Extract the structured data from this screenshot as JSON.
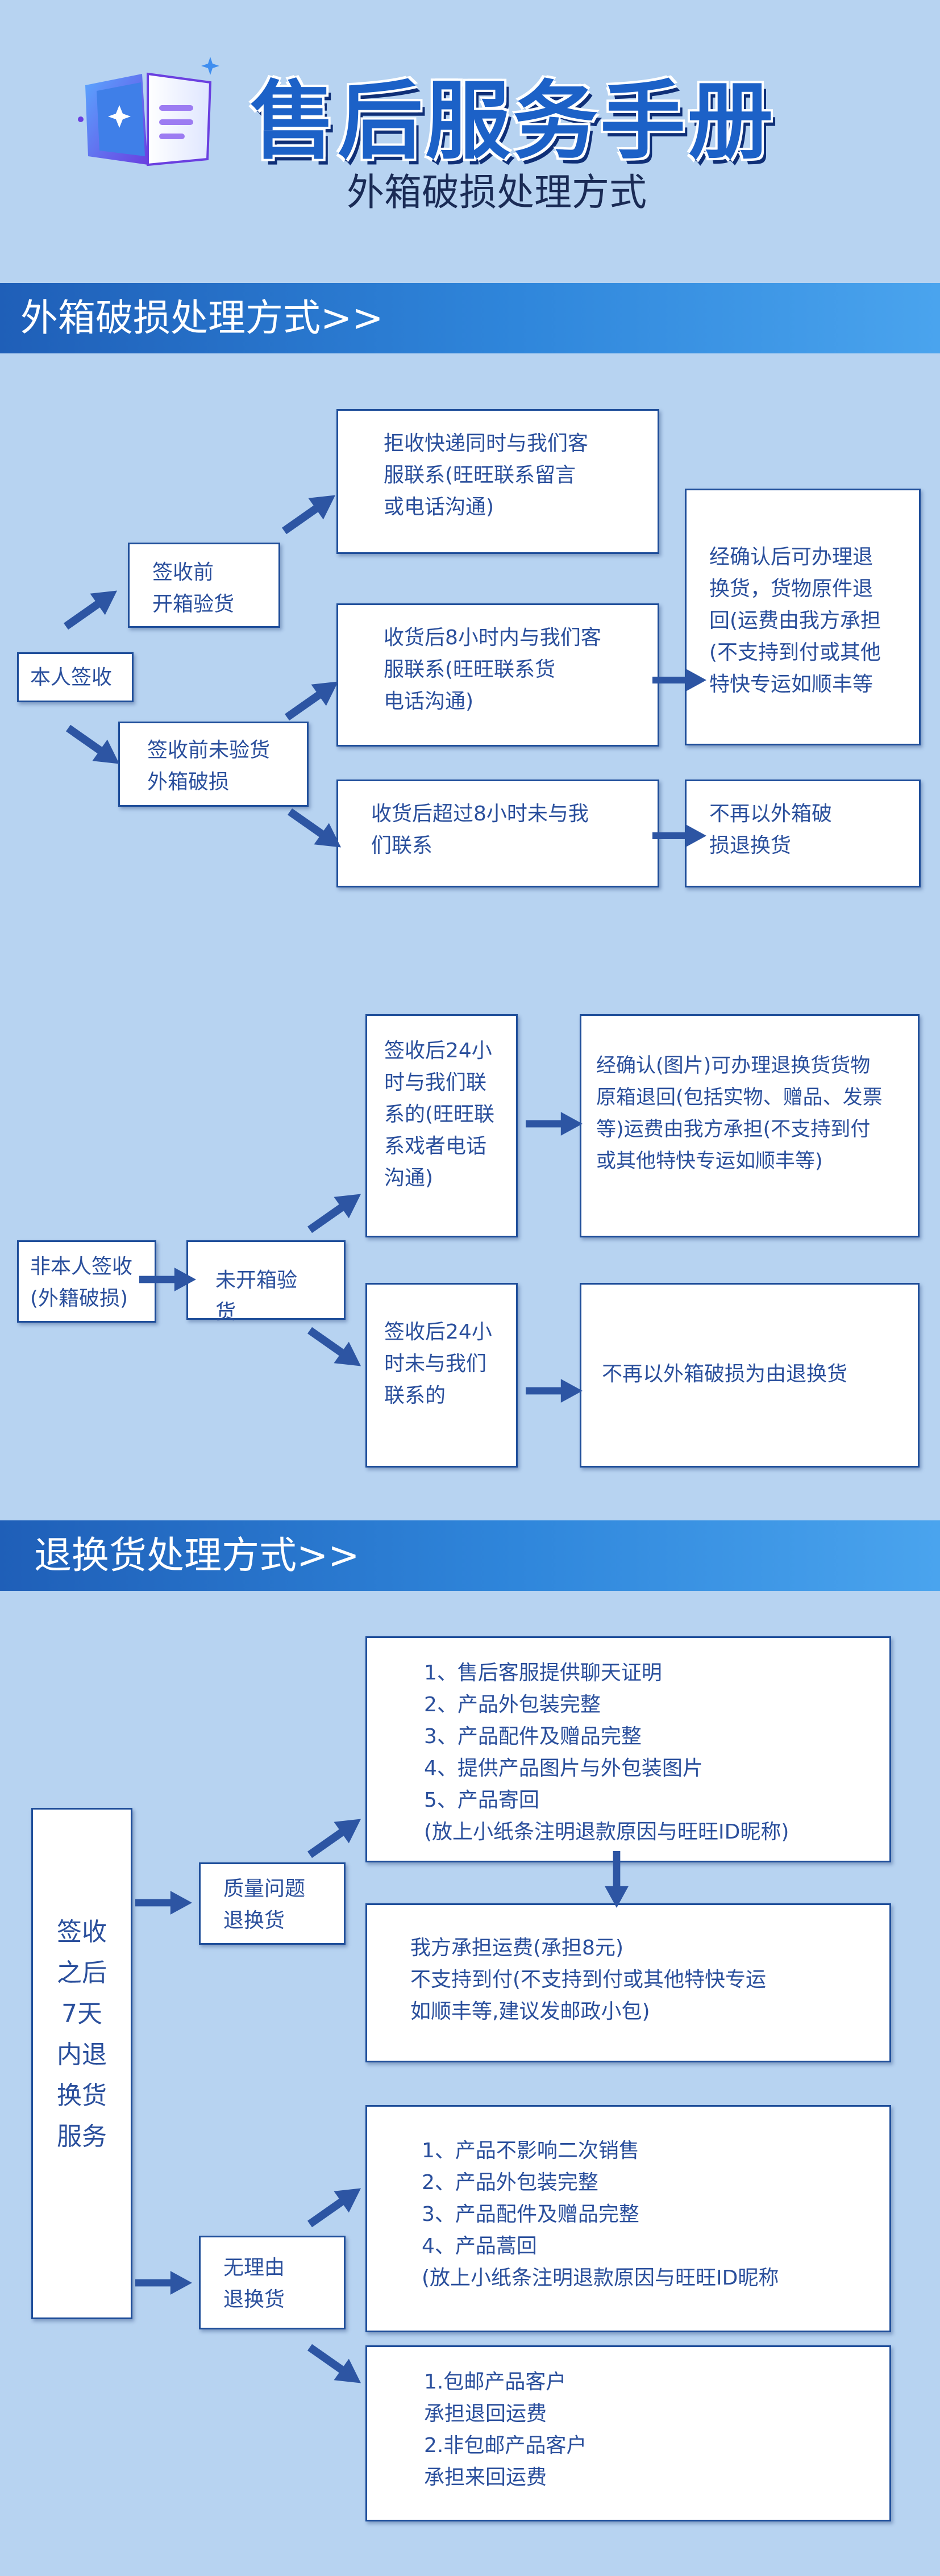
{
  "header": {
    "title": "售后服务手册",
    "subtitle": "外箱破损处理方式",
    "icon": "book-icon"
  },
  "section1": {
    "banner": "外箱破损处理方式>>",
    "self_sign": "本人签收",
    "before_sign": "签收前\n开箱验货",
    "refuse": "拒收快递同时与我们客\n服联系(旺旺联系留言\n或电话沟通)",
    "confirm": "经确认后可办理退\n换货，货物原件退\n回(运费由我方承担\n(不支持到付或其他\n特快专运如顺丰等",
    "not_checked": "签收前未验货\n外箱破损",
    "within8": "收货后8小时内与我们客\n服联系(旺旺联系货\n电话沟通)",
    "over8": "收货后超过8小时未与我\n们联系",
    "no_return": "不再以外箱破\n损退换货"
  },
  "section2": {
    "not_self": "非本人签收\n(外籍破损)",
    "not_opened": "未开箱验货",
    "within24": "签收后24小\n时与我们联\n系的(旺旺联\n系戏者电话\n沟通)",
    "confirm24": "经确认(图片)可办理退换货货物\n原箱退回(包括实物、赠品、发票\n等)运费由我方承担(不支持到付\n或其他特快专运如顺丰等)",
    "no24": "签收后24小\n时未与我们\n联系的",
    "no_return24": "不再以外箱破损为由退换货"
  },
  "section3": {
    "banner": "退换货处理方式>>",
    "seven_day": "签收\n之后\n7天\n内退\n换货\n服务",
    "quality": "质量问题\n退换货",
    "quality_req": "1、售后客服提供聊天证明\n2、产品外包装完整\n3、产品配件及赠品完整\n4、提供产品图片与外包装图片\n5、产品寄回\n(放上小纸条注明退款原因与旺旺ID昵称)",
    "quality_fee": "我方承担运费(承担8元)\n不支持到付(不支持到付或其他特快专运\n如顺丰等,建议发邮政小包)",
    "noreason": "无理由\n退换货",
    "noreason_req": "1、产品不影响二次销售\n2、产品外包装完整\n3、产品配件及赠品完整\n4、产品蒿回\n(放上小纸条注明退款原因与旺旺ID昵称",
    "noreason_fee": "1.包邮产品客户\n承担退回运费\n2.非包邮产品客户\n承担来回运费"
  },
  "colors": {
    "background": "#b7d3f1",
    "banner": "#2a7bd4",
    "box_border": "#1f4e9a",
    "text": "#2a4f9c",
    "arrow": "#2d55a3"
  }
}
